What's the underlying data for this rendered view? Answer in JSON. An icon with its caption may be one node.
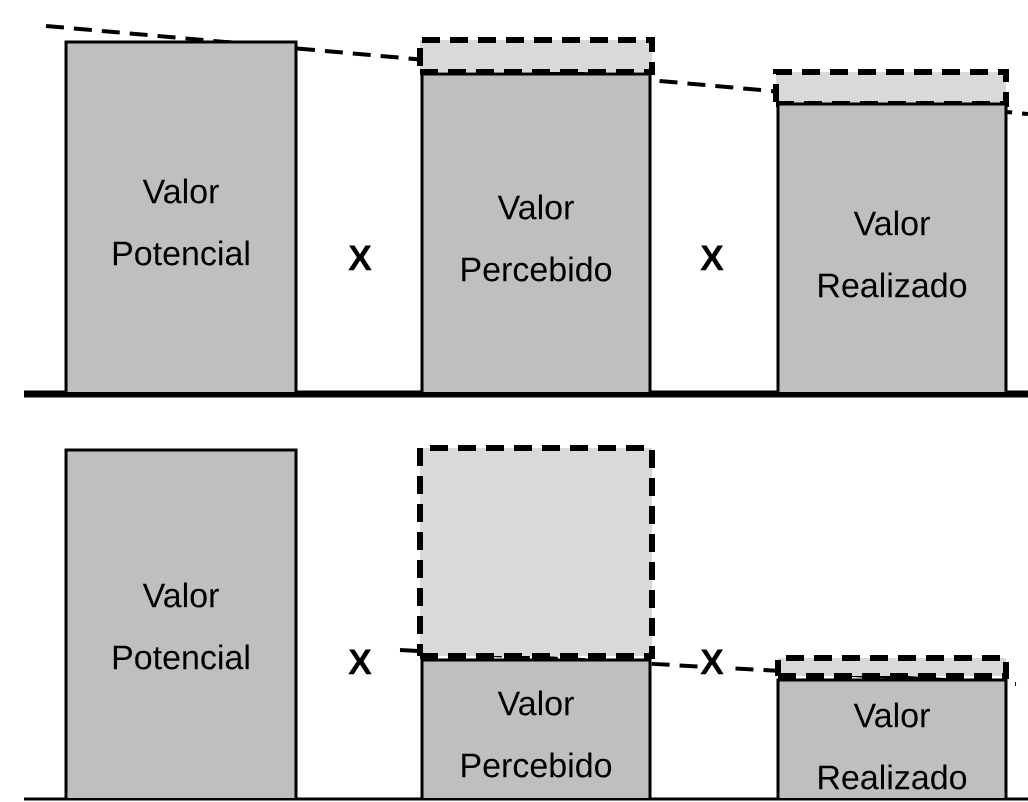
{
  "diagram": {
    "nodes": [
      {
        "text": [
          "Valor Potencial"
        ]
      },
      {
        "text": [],
        "shape": "box"
      },
      {
        "text": [
          "Valor Percebido"
        ]
      },
      {
        "text": [],
        "shape": "box"
      },
      {
        "text": [
          "Valor Realizado"
        ]
      },
      {
        "text": [
          "Valor Potencial"
        ]
      },
      {
        "text": [],
        "shape": "box"
      },
      {
        "text": [
          "Valor Percebido"
        ]
      },
      {
        "text": [],
        "shape": "box"
      },
      {
        "text": [
          "Valor Realizado"
        ]
      }
    ],
    "labels": [
      "X",
      "X",
      "X",
      "X"
    ]
  }
}
